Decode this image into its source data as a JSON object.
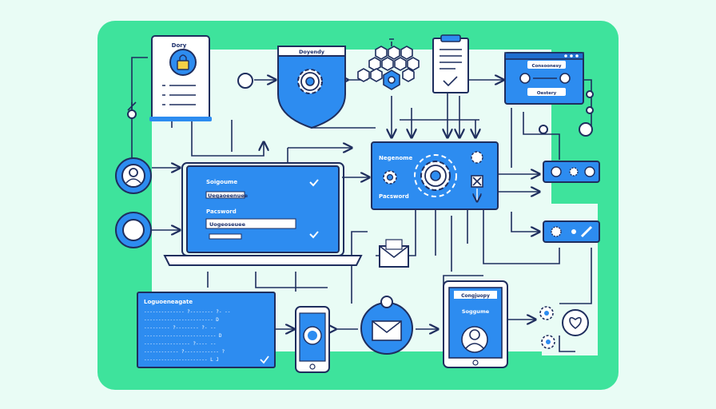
{
  "doc_card": {
    "title": "Dory"
  },
  "shield": {
    "title": "Doyendy"
  },
  "window": {
    "line1": "Consoonesy",
    "line2": "Oestery"
  },
  "login_panel": {
    "heading": "Soigoume",
    "username_value": "Uegaoeenuee",
    "password_label": "Pacsword",
    "password_value": "Uogeoseuee"
  },
  "gear_panel": {
    "top_label": "Negenome",
    "bottom_label": "Pacsword"
  },
  "terminal": {
    "title": "Loguoeneagate",
    "lines": [
      "-------------- ?-------- ?- --",
      "------------------------ D",
      "--------- ?-------- ?- --",
      "------------------------- D",
      "---------------- ?---- --",
      "------------ ?------------ ?",
      "---------------------- L J"
    ]
  },
  "tablet": {
    "header": "Congjuopy",
    "subheader": "Soggume"
  },
  "colors": {
    "primary": "#2d8cf0",
    "frame": "#3ee39c",
    "outline": "#1f2e5e",
    "background": "#e9fcf5"
  }
}
